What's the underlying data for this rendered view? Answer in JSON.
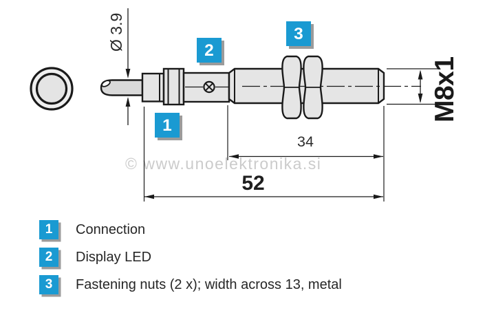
{
  "diagram": {
    "dims": {
      "diameter": "Ø 3.9",
      "thread": "M8x1",
      "thread_length": "34",
      "total_length": "52"
    },
    "callouts": [
      "1",
      "2",
      "3"
    ]
  },
  "watermark": {
    "text": "© www.unoelektronika.si"
  },
  "legend": {
    "items": [
      {
        "number": "1",
        "label": "Connection"
      },
      {
        "number": "2",
        "label": "Display LED"
      },
      {
        "number": "3",
        "label": "Fastening nuts (2 x); width across 13, metal"
      }
    ]
  },
  "colors": {
    "badge_blue": "#1a9ad2",
    "badge_shadow": "#9b9b9b",
    "line": "#1a1a1a",
    "metal_fill": "#e5e5e5",
    "watermark_gray": "#cbcbcb"
  }
}
